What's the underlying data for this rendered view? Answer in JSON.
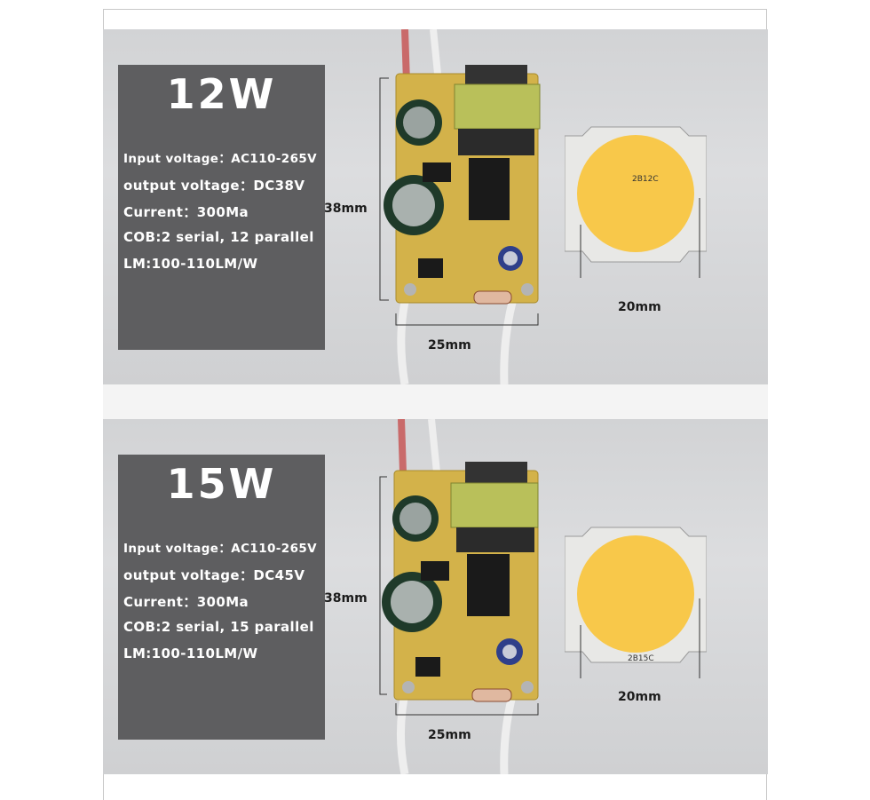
{
  "panels": [
    {
      "watt": "12W",
      "specs": [
        "Input voltage：AC110-265V",
        "output voltage：DC38V",
        "Current：300Ma",
        "COB:2 serial, 12 parallel",
        "LM:100-110LM/W"
      ],
      "dim_height": "38mm",
      "dim_width": "25mm",
      "dim_cob": "20mm",
      "cob_label": "2B12C"
    },
    {
      "watt": "15W",
      "specs": [
        "Input voltage：AC110-265V",
        "output voltage：DC45V",
        "Current：300Ma",
        "COB:2 serial, 15 parallel",
        "LM:100-110LM/W"
      ],
      "dim_height": "38mm",
      "dim_width": "25mm",
      "dim_cob": "20mm",
      "cob_label": "2B15C"
    }
  ],
  "colors": {
    "board": "#d3b24a",
    "transformer": "#b9c05a",
    "cob": "#f8c84a",
    "spec_box": "#5e5e60"
  }
}
